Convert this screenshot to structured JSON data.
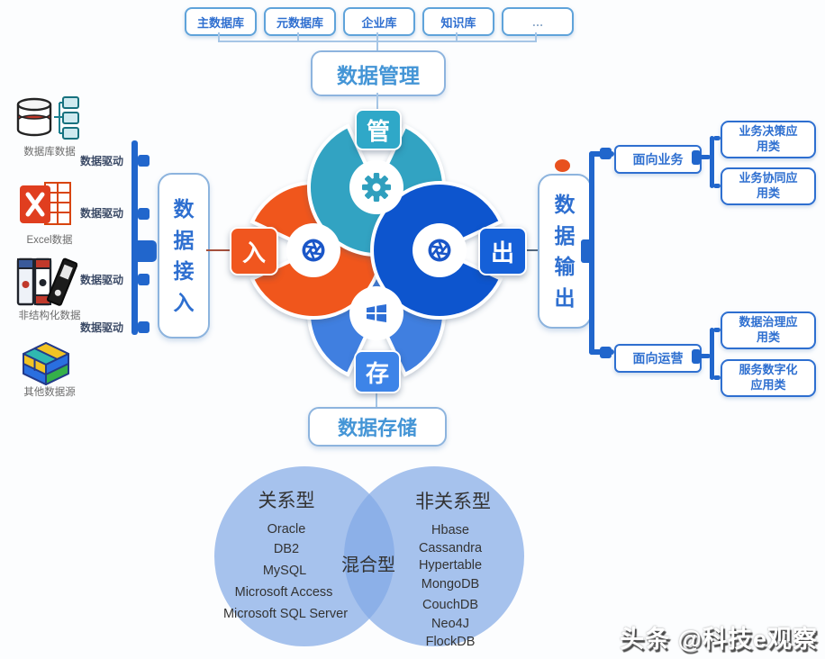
{
  "top_tree": {
    "boxes": [
      "主数据库",
      "元数据库",
      "企业库",
      "知识库",
      "…"
    ],
    "root": "数据管理"
  },
  "hub": {
    "manage": "管",
    "input": "入",
    "output": "出",
    "store": "存"
  },
  "left_branch": {
    "node": "数据接入",
    "edge_labels": [
      "数据驱动",
      "数据驱动",
      "数据驱动",
      "数据驱动"
    ],
    "sources": [
      {
        "icon": "database-icon",
        "label": "数据库数据"
      },
      {
        "icon": "excel-icon",
        "label": "Excel数据"
      },
      {
        "icon": "binders-icon",
        "label": "非结构化数据"
      },
      {
        "icon": "cube-icon",
        "label": "其他数据源"
      }
    ]
  },
  "right_branch": {
    "node": "数据输出",
    "groups": [
      {
        "label": "面向业务",
        "children": [
          "业务决策应用类",
          "业务协同应用类"
        ]
      },
      {
        "label": "面向运营",
        "children": [
          "数据治理应用类",
          "服务数字化应用类"
        ]
      }
    ]
  },
  "bottom_branch": {
    "node": "数据存储"
  },
  "venn": {
    "left_title": "关系型",
    "left_items": [
      "Oracle",
      "DB2",
      "MySQL",
      "Microsoft Access",
      "Microsoft SQL Server"
    ],
    "middle": "混合型",
    "right_title": "非关系型",
    "right_items": [
      "Hbase",
      "Cassandra",
      "Hypertable",
      "MongoDB",
      "CouchDB",
      "Neo4J",
      "FlockDB"
    ]
  },
  "watermark": "头条 @科技e观察",
  "colors": {
    "teal": "#31a3c2",
    "blue_dark": "#1155ce",
    "blue_mid": "#3f7fe0",
    "orange": "#f0561f",
    "bold_line": "#2166cc",
    "light_line": "#a6c6e6",
    "node_text": "#2e6fd0",
    "accent_dot": "#e8511e"
  }
}
